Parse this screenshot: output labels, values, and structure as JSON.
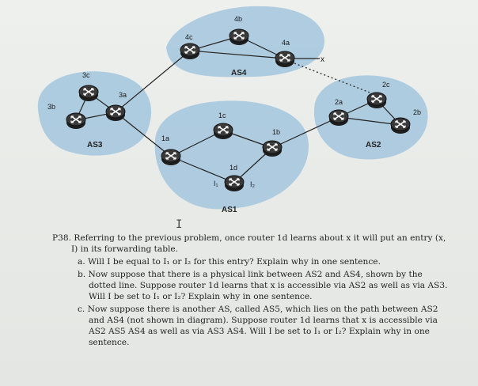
{
  "diagram": {
    "as_labels": {
      "as1": "AS1",
      "as2": "AS2",
      "as3": "AS3",
      "as4": "AS4"
    },
    "routers": {
      "r4a": "4a",
      "r4b": "4b",
      "r4c": "4c",
      "r3a": "3a",
      "r3b": "3b",
      "r3c": "3c",
      "r2a": "2a",
      "r2b": "2b",
      "r2c": "2c",
      "r1a": "1a",
      "r1b": "1b",
      "r1c": "1c",
      "r1d": "1d"
    },
    "interfaces": {
      "i1": "I₁",
      "i2": "I₂"
    },
    "destination": "x"
  },
  "problem": {
    "number": "P38.",
    "stem": "Referring to the previous problem, once router 1d learns about x it will put an entry (x, I) in its forwarding table.",
    "parts": [
      {
        "letter": "a.",
        "text": "Will I be equal to I₁ or I₂ for this entry? Explain why in one sentence."
      },
      {
        "letter": "b.",
        "text": "Now suppose that there is a physical link between AS2 and AS4, shown by the dotted line. Suppose router 1d learns that x is accessible via AS2 as well as via AS3. Will I be set to I₁ or I₂? Explain why in one sentence."
      },
      {
        "letter": "c.",
        "text": "Now suppose there is another AS, called AS5, which lies on the path between AS2 and AS4 (not shown in diagram). Suppose router 1d learns that x is accessible via AS2 AS5 AS4 as well as via AS3 AS4. Will I be set to I₁ or I₂? Explain why in one sentence."
      }
    ]
  }
}
